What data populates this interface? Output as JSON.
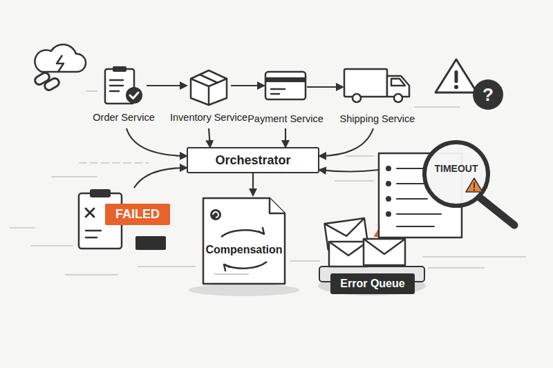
{
  "diagram": {
    "nodes": [
      {
        "text": [
          "Order Service"
        ]
      },
      {
        "text": [
          "Inventory Service"
        ]
      },
      {
        "text": [
          "Payment Service"
        ]
      },
      {
        "text": [
          "Shipping Service"
        ]
      },
      {
        "text": [
          "Orchestrator"
        ]
      },
      {
        "text": [
          "FAILED"
        ]
      },
      {
        "text": [
          "Compensation"
        ]
      },
      {
        "text": [
          "TIMEOUT"
        ]
      },
      {
        "text": [
          "Error Queue"
        ]
      }
    ],
    "edges": [
      {
        "from": 0,
        "to": 1,
        "arrow": "to"
      },
      {
        "from": 1,
        "to": 2,
        "arrow": "to"
      },
      {
        "from": 2,
        "to": 3,
        "arrow": "to"
      },
      {
        "from": 0,
        "to": 4,
        "arrow": "to"
      },
      {
        "from": 1,
        "to": 4,
        "arrow": "to"
      },
      {
        "from": 2,
        "to": 4,
        "arrow": "to"
      },
      {
        "from": 3,
        "to": 4,
        "arrow": "to"
      },
      {
        "from": 5,
        "to": 4,
        "arrow": "to"
      },
      {
        "from": 7,
        "to": 4,
        "arrow": "to"
      },
      {
        "from": 4,
        "to": 6,
        "arrow": "to"
      }
    ],
    "labels": [
      "?"
    ]
  }
}
